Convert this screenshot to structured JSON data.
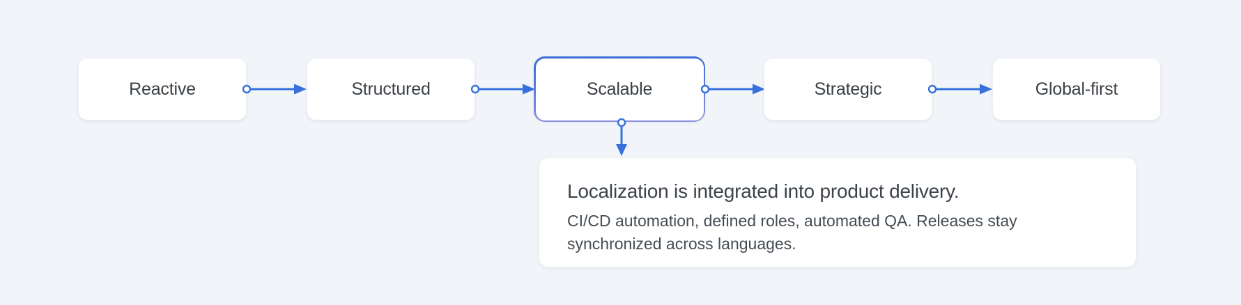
{
  "diagram": {
    "stages": [
      {
        "label": "Reactive",
        "active": false
      },
      {
        "label": "Structured",
        "active": false
      },
      {
        "label": "Scalable",
        "active": true
      },
      {
        "label": "Strategic",
        "active": false
      },
      {
        "label": "Global-first",
        "active": false
      }
    ],
    "active_stage": "Scalable",
    "detail_card": {
      "title": "Localization is integrated into product delivery.",
      "body": "CI/CD automation, defined roles, automated QA. Releases stay synchronized across languages."
    },
    "colors": {
      "background": "#f1f4f8",
      "node_background": "#ffffff",
      "arrow_blue": "#3570dd",
      "active_border_top": "#3d6cd6",
      "active_border_bottom": "#8a8fe0",
      "label_text": "#3b4045",
      "title_text": "#3d434b",
      "body_text": "#454c54"
    }
  }
}
